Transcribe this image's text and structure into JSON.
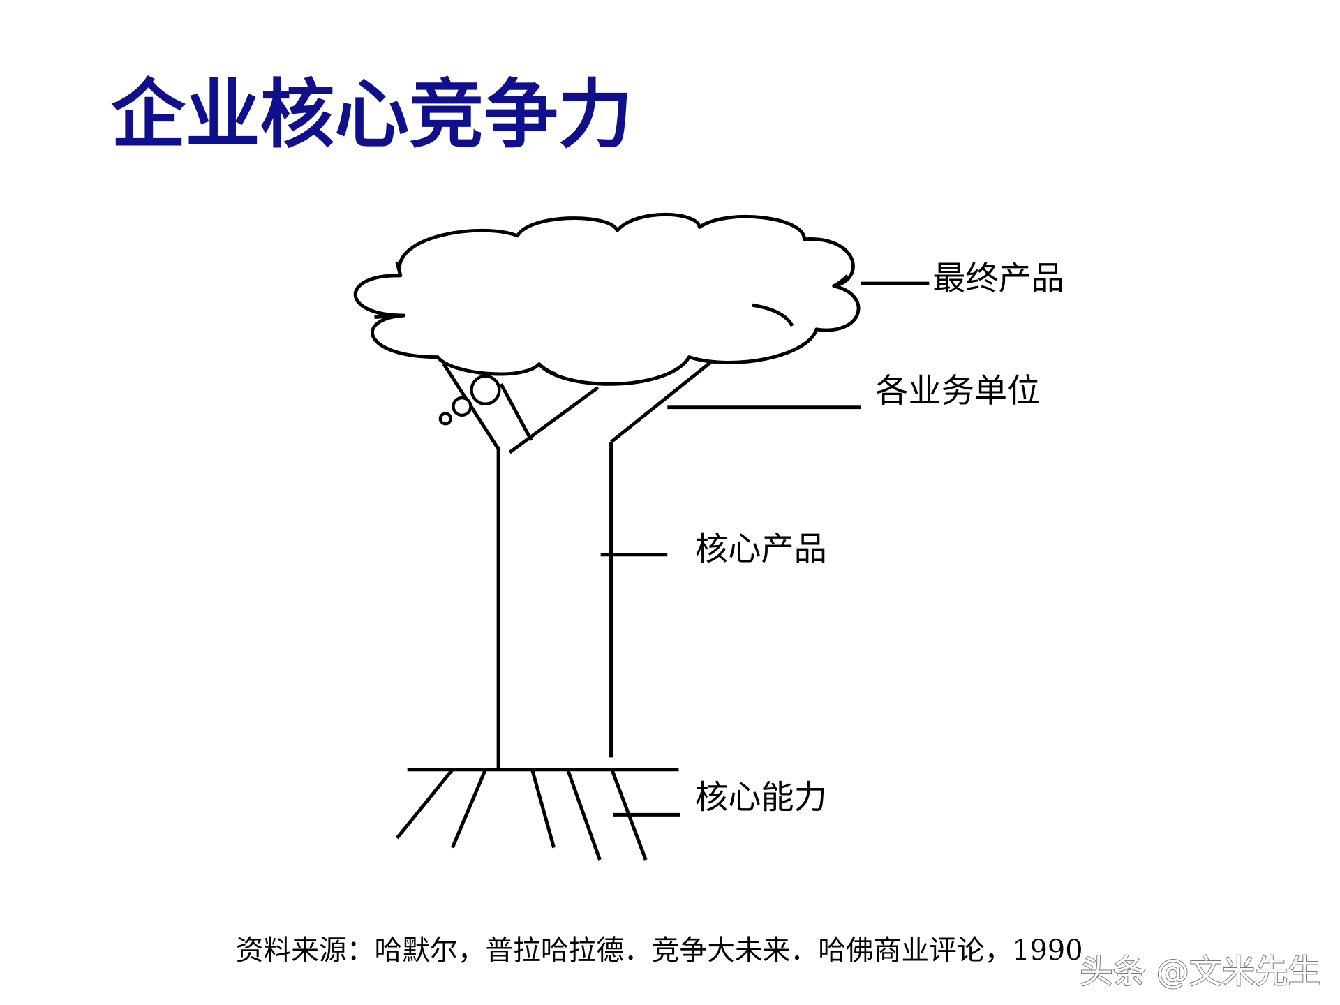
{
  "slide": {
    "title": "企业核心竞争力",
    "source": "资料来源：哈默尔，普拉哈拉德．竞争大未来．哈佛商业评论，1990"
  },
  "diagram": {
    "labels": {
      "final_products": "最终产品",
      "business_units": "各业务单位",
      "core_products": "核心产品",
      "core_competencies": "核心能力"
    }
  },
  "watermark": "头条 @文米先生",
  "colors": {
    "title": "#10108c",
    "stroke": "#000000",
    "background": "#ffffff"
  }
}
